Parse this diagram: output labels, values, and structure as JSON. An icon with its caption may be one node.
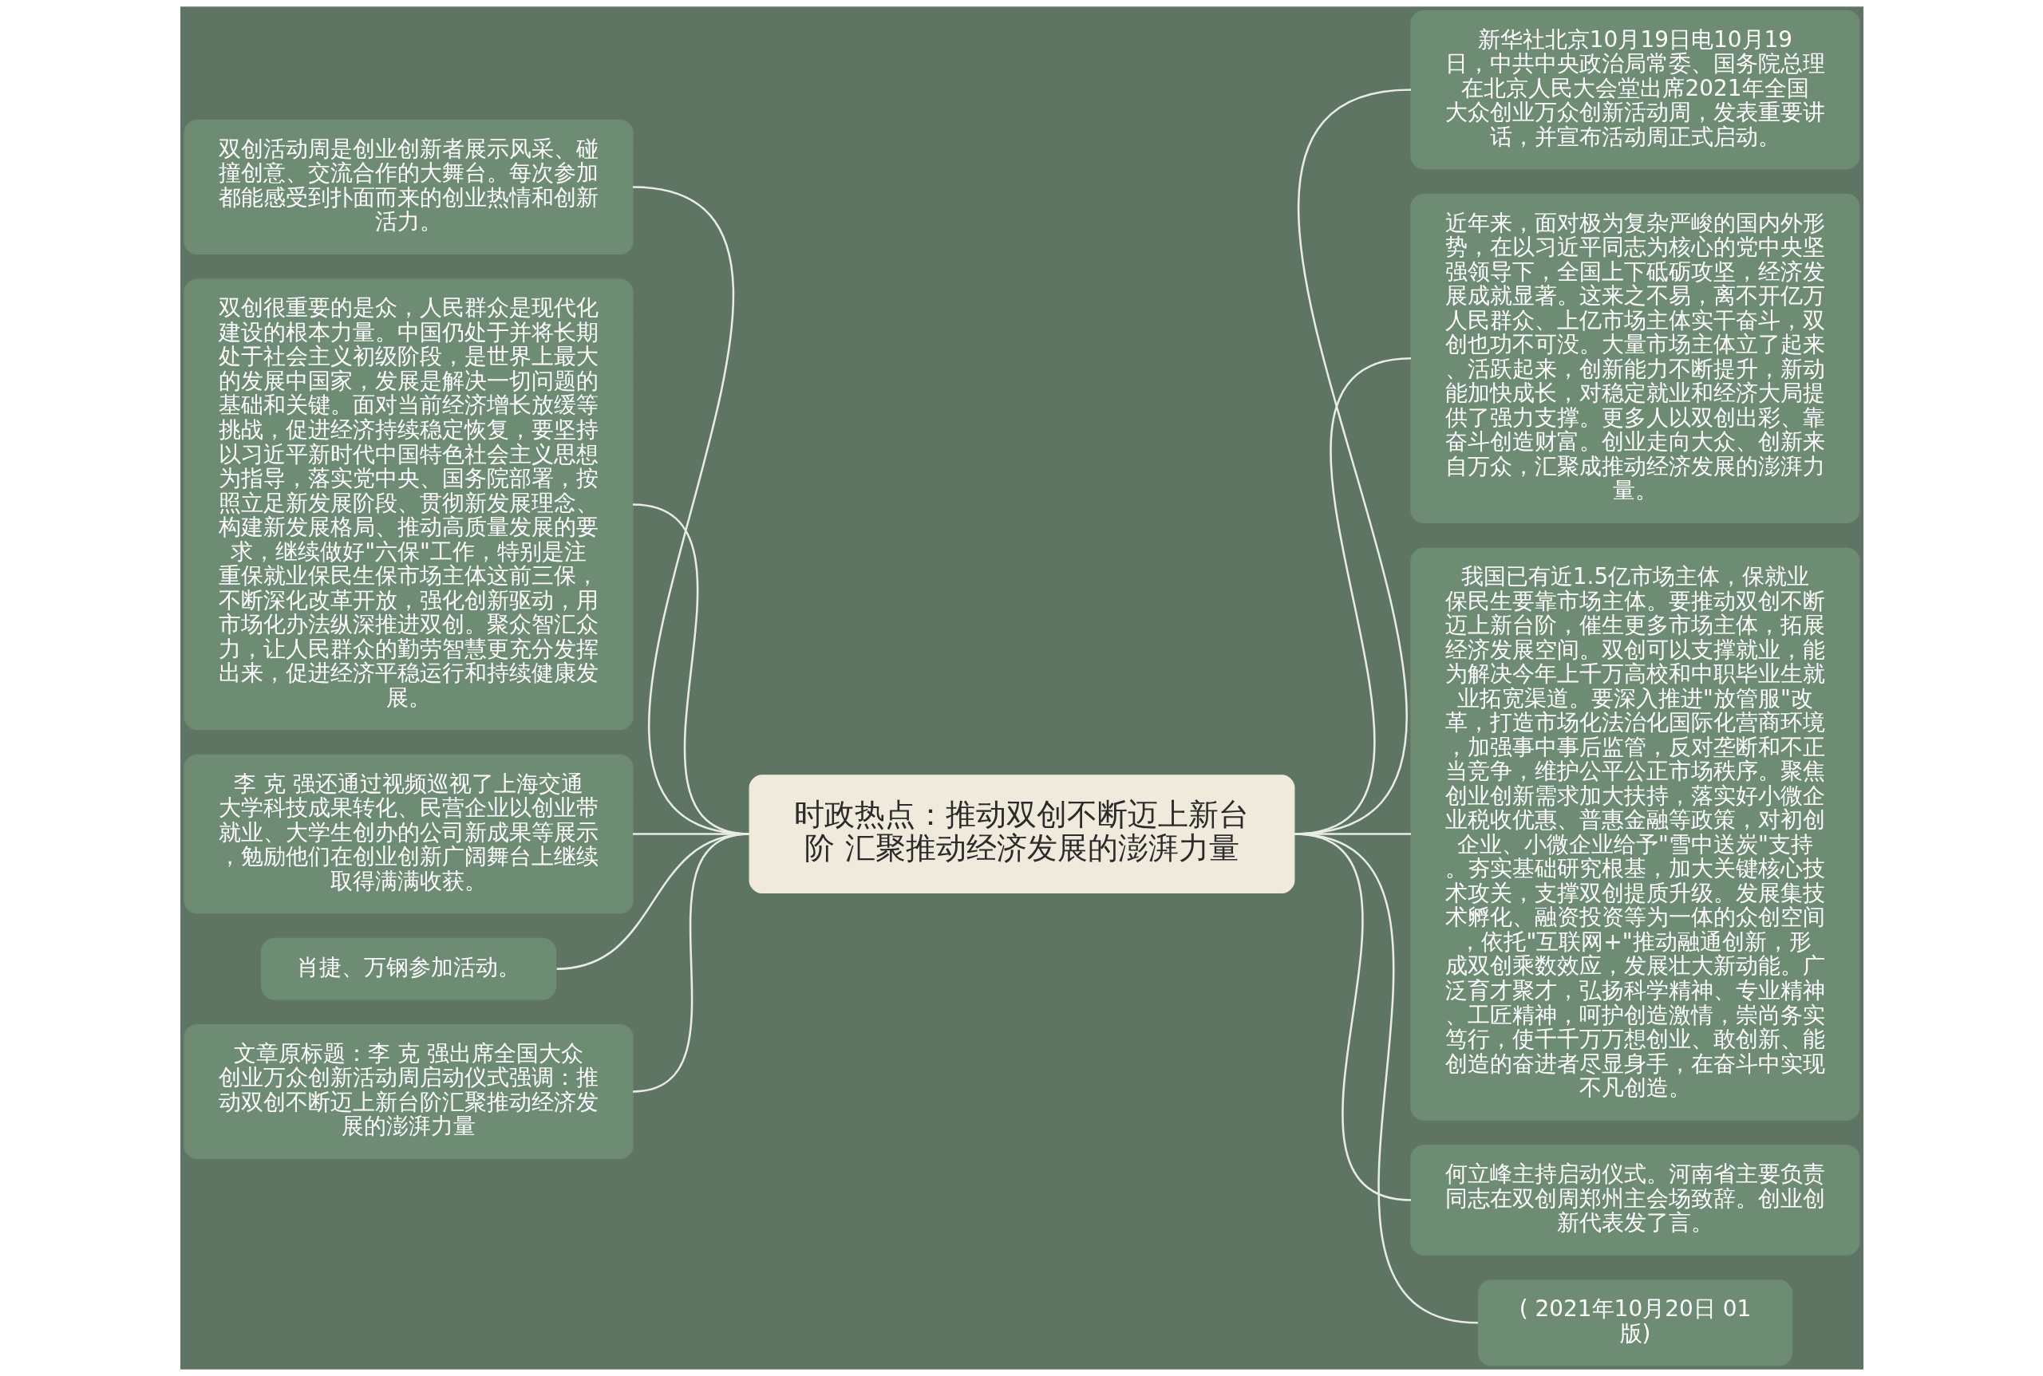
{
  "diagram": {
    "nodes": [
      {
        "text": [
          "时政热点：推动双创不断迈上新台阶 汇聚推动经济发展的澎湃力量"
        ]
      },
      {
        "text": [
          "新华社北京10月19日电10月19日，中共中央政治局常委、国务院总理在北京人民大会堂出席2021年全国大众创业万众创新活动周，发表重要讲话，并宣布活动周正式启动。"
        ]
      },
      {
        "text": [
          "近年来，面对极为复杂严峻的国内外形势，在以习近平同志为核心的党中央坚强领导下，全国上下砥砺攻坚，经济发展成就显著。这来之不易，离不开亿万人民群众、上亿市场主体实干奋斗，双创也功不可没。大量市场主体立了起来、活跃起来，创新能力不断提升，新动能加快成长，对稳定就业和经济大局提供了强力支撑。更多人以双创出彩、靠奋斗创造财富。创业走向大众、创新来自万众，汇聚成推动经济发展的澎湃力量。"
        ]
      },
      {
        "text": [
          "我国已有近1.5亿市场主体，保就业保民生要靠市场主体。要推动双创不断迈上新台阶，催生更多市场主体，拓展经济发展空间。双创可以支撑就业，能为解决今年上千万高校和中职毕业生就业拓宽渠道。要深入推进\"放管服\"改革，打造市场化法治化国际化营商环境，加强事中事后监管，反对垄断和不正当竞争，维护公平公正市场秩序。聚焦创业创新需求加大扶持，落实好小微企业税收优惠、普惠金融等政策，对初创企业、小微企业给予\"雪中送炭\"支持。夯实基础研究根基，加大关键核心技术攻关，支撑双创提质升级。发展集技术孵化、融资投资等为一体的众创空间，依托\"互联网+\"推动融通创新，形成双创乘数效应，发展壮大新动能。广泛育才聚才，弘扬科学精神、专业精神、工匠精神，呵护创造激情，崇尚务实笃行，使千千万万想创业、敢创新、能创造的奋进者尽显身手，在奋斗中实现不凡创造。"
        ]
      },
      {
        "text": [
          "何立峰主持启动仪式。河南省主要负责同志在双创周郑州主会场致辞。创业创新代表发了言。"
        ]
      },
      {
        "text": [
          "( 2021年10月20日 01 版)"
        ]
      },
      {
        "text": [
          "双创活动周是创业创新者展示风采、碰撞创意、交流合作的大舞台。每次参加都能感受到扑面而来的创业热情和创新活力。"
        ]
      },
      {
        "text": [
          "双创很重要的是众，人民群众是现代化建设的根本力量。中国仍处于并将长期处于社会主义初级阶段，是世界上最大的发展中国家，发展是解决一切问题的基础和关键。面对当前经济增长放缓等挑战，促进经济持续稳定恢复，要坚持以习近平新时代中国特色社会主义思想为指导，落实党中央、国务院部署，按照立足新发展阶段、贯彻新发展理念、构建新发展格局、推动高质量发展的要求，继续做好\"六保\"工作，特别是注重保就业保民生保市场主体这前三保，不断深化改革开放，强化创新驱动，用市场化办法纵深推进双创。聚众智汇众力，让人民群众的勤劳智慧更充分发挥出来，促进经济平稳运行和持续健康发展。"
        ]
      },
      {
        "text": [
          "李 克 强还通过视频巡视了上海交通大学科技成果转化、民营企业以创业带就业、大学生创办的公司新成果等展示，勉励他们在创业创新广阔舞台上继续取得满满收获。"
        ]
      },
      {
        "text": [
          "肖捷、万钢参加活动。"
        ]
      },
      {
        "text": [
          "文章原标题：李 克 强出席全国大众创业万众创新活动周启动仪式强调：推动双创不断迈上新台阶汇聚推动经济发展的澎湃力量"
        ]
      }
    ],
    "edges": [
      {
        "from": 0,
        "to": 1,
        "arrow": "none"
      },
      {
        "from": 0,
        "to": 2,
        "arrow": "none"
      },
      {
        "from": 0,
        "to": 3,
        "arrow": "none"
      },
      {
        "from": 0,
        "to": 4,
        "arrow": "none"
      },
      {
        "from": 0,
        "to": 5,
        "arrow": "none"
      },
      {
        "from": 0,
        "to": 6,
        "arrow": "none"
      },
      {
        "from": 0,
        "to": 7,
        "arrow": "none"
      },
      {
        "from": 0,
        "to": 8,
        "arrow": "none"
      },
      {
        "from": 0,
        "to": 9,
        "arrow": "none"
      },
      {
        "from": 0,
        "to": 10,
        "arrow": "none"
      }
    ]
  }
}
